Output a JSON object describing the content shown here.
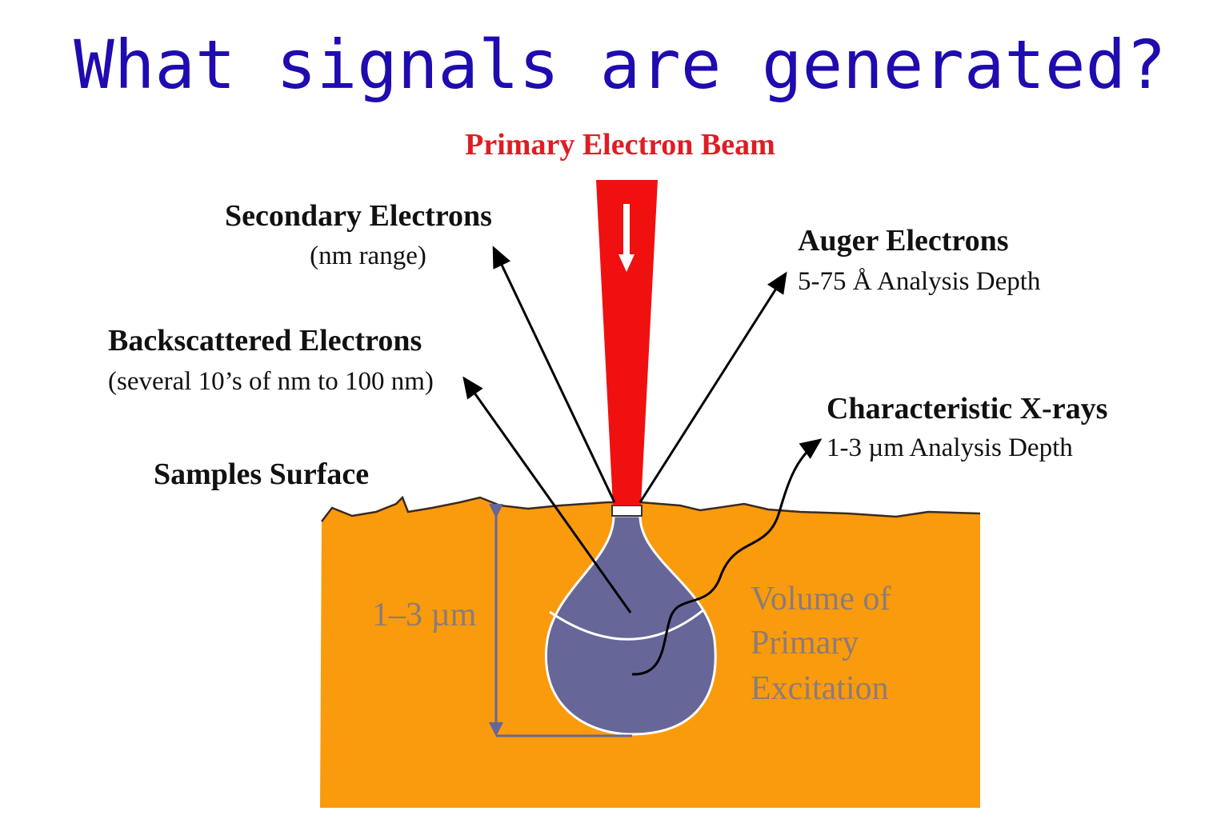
{
  "title": "What signals are generated?",
  "diagram": {
    "beam_label": "Primary Electron Beam",
    "secondary": {
      "name": "Secondary Electrons",
      "detail": "(nm range)"
    },
    "auger": {
      "name": "Auger Electrons",
      "detail": "5-75 Å Analysis Depth"
    },
    "backscattered": {
      "name": "Backscattered Electrons",
      "detail": "(several 10’s of nm to 100 nm)"
    },
    "xrays": {
      "name": "Characteristic X-rays",
      "detail": "1-3 µm Analysis Depth"
    },
    "surface_label": "Samples Surface",
    "depth_label": "1–3 µm",
    "volume_label": [
      "Volume of",
      "Primary",
      "Excitation"
    ],
    "colors": {
      "title": "#1e0cb0",
      "beam": "#f01010",
      "sample": "#f99b0c",
      "volume": "#666699"
    }
  }
}
